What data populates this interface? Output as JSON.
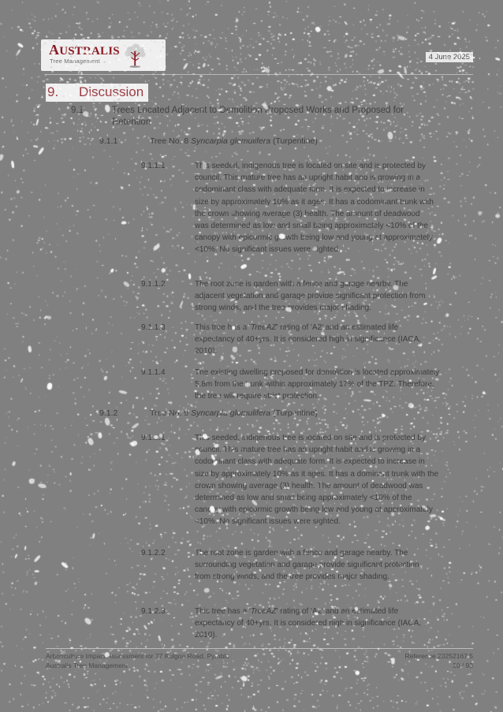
{
  "document": {
    "background_color": "#808080",
    "heading_color": "#9b3a42",
    "body_color": "#3c3c3c"
  },
  "header": {
    "logo_brand_cap": "A",
    "logo_brand_rest": "USTRALIS",
    "logo_subtitle": "Tree Management",
    "logo_icon": "tree-icon",
    "date": "4 June 2025"
  },
  "section": {
    "number": "9.",
    "title": "Discussion",
    "subsection_number": "9.1",
    "subsection_title": "Trees Located Adjacent to Demolition Proposed Works and Proposed for Retention"
  },
  "trees": [
    {
      "heading_number": "9.1.1",
      "heading_prefix": "Tree No. 8 ",
      "species": "Syncarpia glomulifera",
      "common_name": " (Turpentine)",
      "paragraphs": [
        {
          "number": "9.1.1.1",
          "text": "This seeded, indigenous tree is located on site and is protected by council. This mature tree has an upright habit and is growing in a codominant class with adequate form. It is expected to increase in size by approximately 10% as it ages. It has a codominant trunk with the crown showing average (3) health. The amount of deadwood was determined as low and small being approximately <10% of the canopy with epicormic growth being low and young at approximately <10%. No significant issues were sighted."
        },
        {
          "number": "9.1.1.2",
          "text": "The root zone is garden with a fence and garage nearby. The adjacent vegetation and garage provide significant protection from strong winds, and the tree provides major shading."
        },
        {
          "number": "9.1.1.3",
          "text_before": "This tree has a '",
          "italic": "TreeAZ",
          "text_after": "' rating of 'A2' and an estimated life expectancy of 40+yrs. It is considered high in significance (IACA, 2010)."
        },
        {
          "number": "9.1.1.4",
          "text": "The existing dwelling proposed for demolition is located approximately 5.8m from the trunk within approximately 17% of the TPZ. Therefore, the tree will require strict protection."
        }
      ]
    },
    {
      "heading_number": "9.1.2",
      "heading_prefix": "Tree No. 9 ",
      "species": "Syncarpia glomulifera",
      "common_name": " (Turpentine)",
      "paragraphs": [
        {
          "number": "9.1.2.1",
          "text": "This seeded, indigenous tree is located on site and is protected by council. This mature tree has an upright habit and is growing in a codominant class with adequate form. It is expected to increase in size by approximately 10% as it ages. It has a dominant trunk with the crown showing average (3) health. The amount of deadwood was determined as low and small being approximately <10% of the canopy with epicormic growth being low and young at approximately <10%. No significant issues were sighted."
        },
        {
          "number": "9.1.2.2",
          "text": "The root zone is garden with a fence and garage nearby. The surrounding vegetation and garage provide significant protection from strong winds, and the tree provides major shading."
        },
        {
          "number": "9.1.2.3",
          "text_before": "This tree has a '",
          "italic": "TreeAZ",
          "text_after": "' rating of 'A2' and an estimated life expectancy of 40+yrs. It is considered high in significance (IACA, 2010)."
        }
      ]
    }
  ],
  "footer": {
    "left_line1": "Arboriculture Impact Assessment for 77 Kulgoa Road, Pymble",
    "left_line2": "Australis Tree Management",
    "right_line1": "Reference 20252167.5",
    "right_line2": "30 / 93"
  }
}
